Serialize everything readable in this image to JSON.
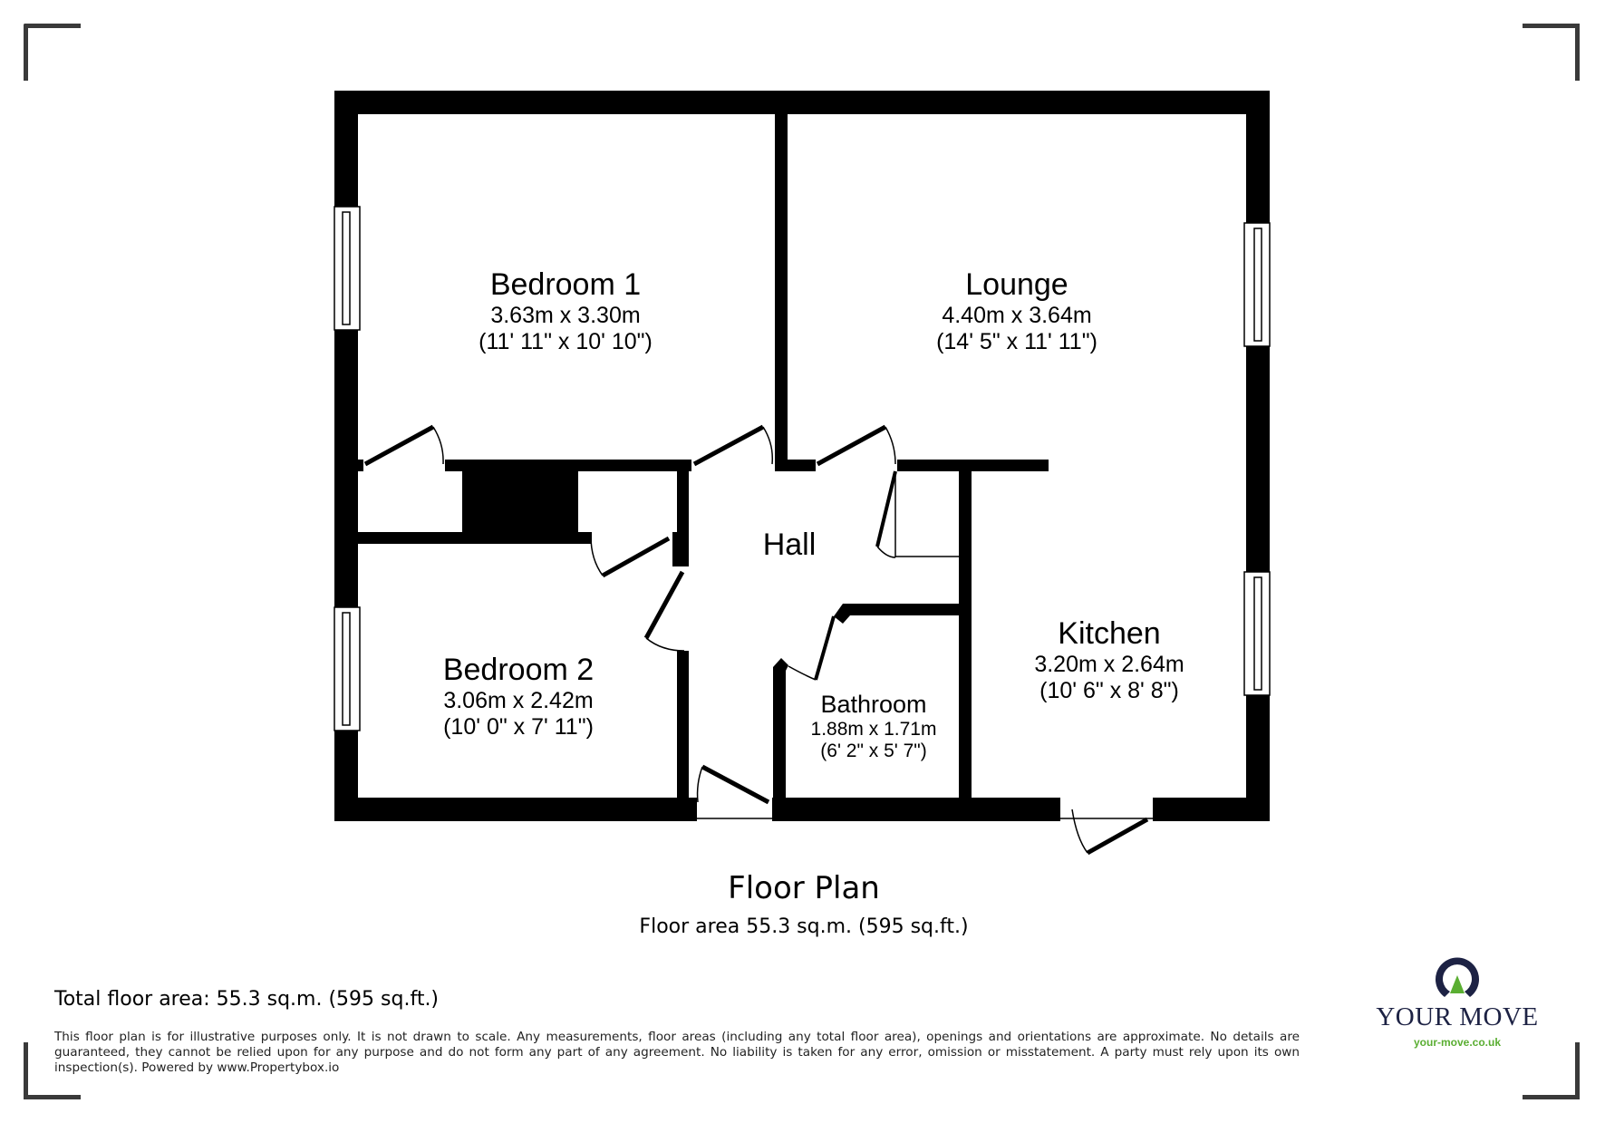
{
  "plan": {
    "title": "Floor Plan",
    "floor_area": "Floor area 55.3 sq.m. (595 sq.ft.)"
  },
  "rooms": [
    {
      "name": "Bedroom 1",
      "dim_metric": "3.63m x 3.30m",
      "dim_imperial": "(11' 11\" x 10' 10\")"
    },
    {
      "name": "Lounge",
      "dim_metric": "4.40m x 3.64m",
      "dim_imperial": "(14' 5\" x 11' 11\")"
    },
    {
      "name": "Hall"
    },
    {
      "name": "Bedroom 2",
      "dim_metric": "3.06m x 2.42m",
      "dim_imperial": "(10' 0\" x 7' 11\")"
    },
    {
      "name": "Bathroom",
      "dim_metric": "1.88m x 1.71m",
      "dim_imperial": "(6' 2\" x 5' 7\")"
    },
    {
      "name": "Kitchen",
      "dim_metric": "3.20m x 2.64m",
      "dim_imperial": "(10' 6\" x 8' 8\")"
    }
  ],
  "footer": {
    "total_area": "Total floor area: 55.3 sq.m. (595 sq.ft.)",
    "disclaimer": "This floor plan is for illustrative purposes only. It is not drawn to scale. Any measurements, floor areas (including any total floor area), openings and orientations are approximate. No details are guaranteed, they cannot be relied upon for any purpose and do not form any part of any agreement. No liability is taken for any error, omission or misstatement. A party must rely upon its own inspection(s). Powered by www.Propertybox.io"
  },
  "logo": {
    "name": "YOUR MOVE",
    "url": "your-move.co.uk",
    "colors": {
      "navy": "#1d2244",
      "green": "#5aae32"
    }
  }
}
